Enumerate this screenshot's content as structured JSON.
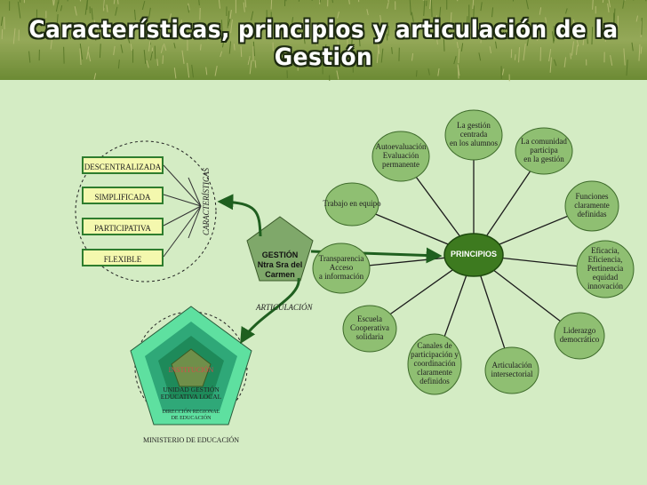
{
  "title": "Características, principios y articulación de la Gestión",
  "caracteristicas_label": "CARACTERÍSTICAS",
  "caracteristicas": [
    "DESCENTRALIZADA",
    "SIMPLIFICADA",
    "PARTICIPATIVA",
    "FLEXIBLE"
  ],
  "gestion": {
    "line1": "GESTIÓN",
    "line2": "Ntra Sra del",
    "line3": "Carmen"
  },
  "articulacion_label": "ARTICULACIÓN",
  "principios": {
    "center": "PRINCIPIOS",
    "nodes": [
      [
        "La gestión",
        "centrada",
        "en los alumnos"
      ],
      [
        "La comunidad",
        "participa",
        "en la gestión"
      ],
      [
        "Funciones",
        "claramente",
        "definidas"
      ],
      [
        "Eficacia,",
        "Eficiencia,",
        "Pertinencia",
        "equidad",
        "innovación"
      ],
      [
        "Liderazgo",
        "democrático"
      ],
      [
        "Articulación",
        "intersectorial"
      ],
      [
        "Canales de",
        "participación y",
        "coordinación",
        "claramente",
        "definidos"
      ],
      [
        "Escuela",
        "Cooperativa",
        "solidaria"
      ],
      [
        "Transparencia",
        "Acceso",
        "a  información"
      ],
      [
        "Trabajo en equipo"
      ],
      [
        "Autoevaluación",
        "Evaluación",
        "permanente"
      ]
    ]
  },
  "pentagon": {
    "institucion": "INSTITUCIÓN",
    "ugel_line1": "UNIDAD GESTIÓN",
    "ugel_line2": "EDUCATIVA LOCAL",
    "dre_line1": "DIRECCIÓN REGIONAL",
    "dre_line2": "DE EDUCACIÓN",
    "ministerio": "MINISTERIO DE EDUCACIÓN"
  },
  "colors": {
    "background": "#d4ecc4",
    "title_band": "#6f8a3a",
    "principle_fill": "#8fbf72",
    "principle_center": "#3d7a1f",
    "box_fill": "#f4f8ae",
    "gestion_fill": "#7fa86a",
    "penta_outer": "#5ee0a0",
    "penta_mid": "#2fa878",
    "penta_inner": "#1e8a5a",
    "penta_core": "#6f8f4a",
    "institucion": "#d84a4a"
  }
}
